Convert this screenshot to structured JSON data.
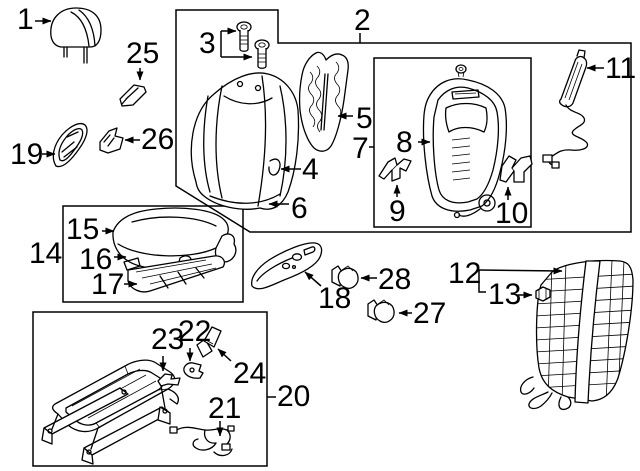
{
  "colors": {
    "line": "#000000",
    "background": "#ffffff"
  },
  "callouts": {
    "c1": "1",
    "c2": "2",
    "c3": "3",
    "c4": "4",
    "c5": "5",
    "c6": "6",
    "c7": "7",
    "c8": "8",
    "c9": "9",
    "c10": "10",
    "c11": "11",
    "c12": "12",
    "c13": "13",
    "c14": "14",
    "c15": "15",
    "c16": "16",
    "c17": "17",
    "c18": "18",
    "c19": "19",
    "c20": "20",
    "c21": "21",
    "c22": "22",
    "c23": "23",
    "c24": "24",
    "c25": "25",
    "c26": "26",
    "c27": "27",
    "c28": "28"
  }
}
